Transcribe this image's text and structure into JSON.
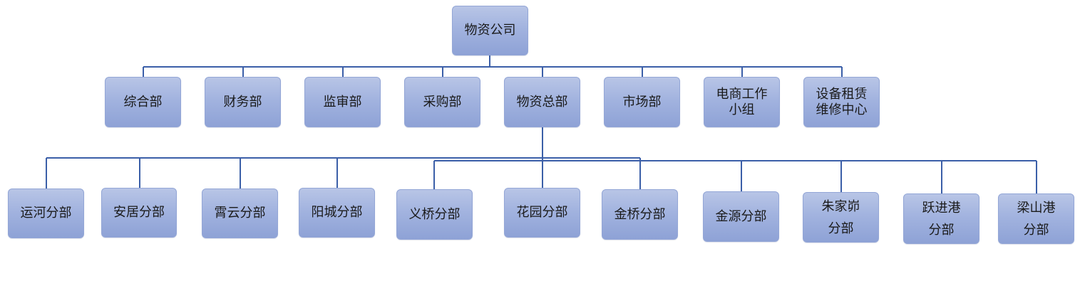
{
  "root": {
    "label": "物资公司"
  },
  "departments": [
    {
      "id": "zonghe",
      "label": "综合部"
    },
    {
      "id": "caiwu",
      "label": "财务部"
    },
    {
      "id": "jianshen",
      "label": "监审部"
    },
    {
      "id": "caigou",
      "label": "采购部"
    },
    {
      "id": "wuzizong",
      "label": "物资总部"
    },
    {
      "id": "shichang",
      "label": "市场部"
    },
    {
      "id": "dianshang",
      "label": "电商工作\n小组"
    },
    {
      "id": "shebei",
      "label": "设备租赁\n维修中心"
    }
  ],
  "branches": [
    {
      "id": "yunhe",
      "label": "运河分部"
    },
    {
      "id": "anju",
      "label": "安居分部"
    },
    {
      "id": "xiaoyun",
      "label": "霄云分部"
    },
    {
      "id": "yangcheng",
      "label": "阳城分部"
    },
    {
      "id": "yiqiao",
      "label": "义桥分部"
    },
    {
      "id": "huayuan",
      "label": "花园分部"
    },
    {
      "id": "jinqiao",
      "label": "金桥分部"
    },
    {
      "id": "jinyuan",
      "label": "金源分部"
    },
    {
      "id": "zhujiabeng",
      "label": "朱家峁\n分部"
    },
    {
      "id": "yuejingang",
      "label": "跃进港\n分部"
    },
    {
      "id": "liangshangang",
      "label": "梁山港\n分部"
    }
  ]
}
